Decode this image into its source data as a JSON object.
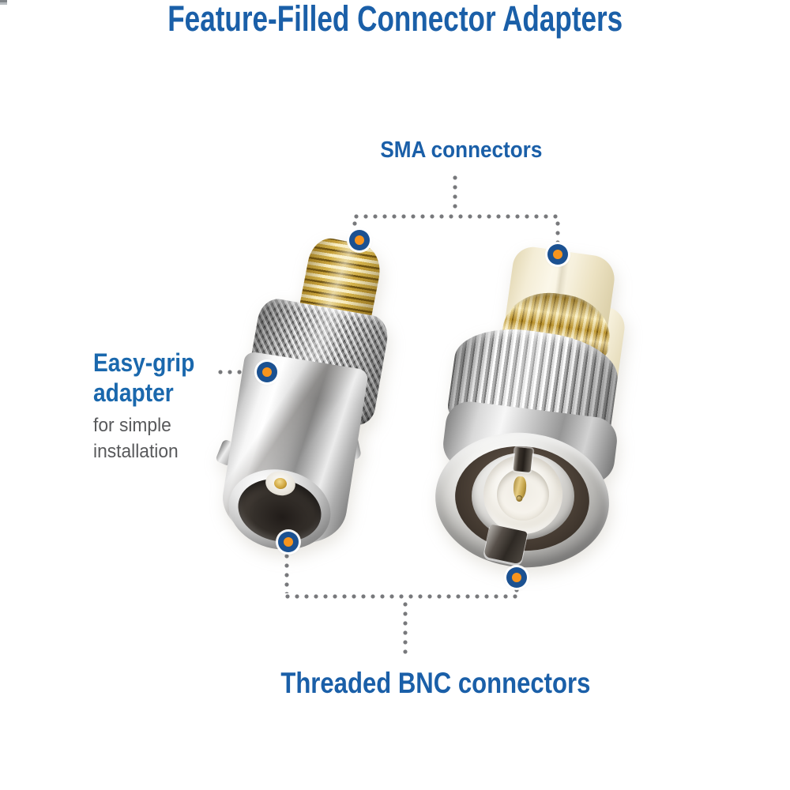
{
  "page": {
    "title": "Feature-Filled Connector Adapters"
  },
  "annotations": {
    "sma": {
      "label": "SMA connectors"
    },
    "easy_grip": {
      "label_line1": "Easy-grip",
      "label_line2": "adapter",
      "subtext_line1": "for simple",
      "subtext_line2": "installation"
    },
    "bnc": {
      "label": "Threaded BNC connectors"
    }
  },
  "product": {
    "left_adapter": "SMA female to BNC female coaxial adapter",
    "right_adapter": "SMA male to BNC male coaxial adapter"
  },
  "colors": {
    "heading_blue": "#1a5fa8",
    "label_blue": "#1a68ad",
    "subtext_gray": "#58595b",
    "dotted_line_gray": "#77787b",
    "marker_ring_navy": "#1b5191",
    "marker_center_orange": "#f7941d",
    "gold_metal": "#d4af4e",
    "chrome_metal": "#d9d9d9",
    "cream_body": "#f4edd6"
  }
}
